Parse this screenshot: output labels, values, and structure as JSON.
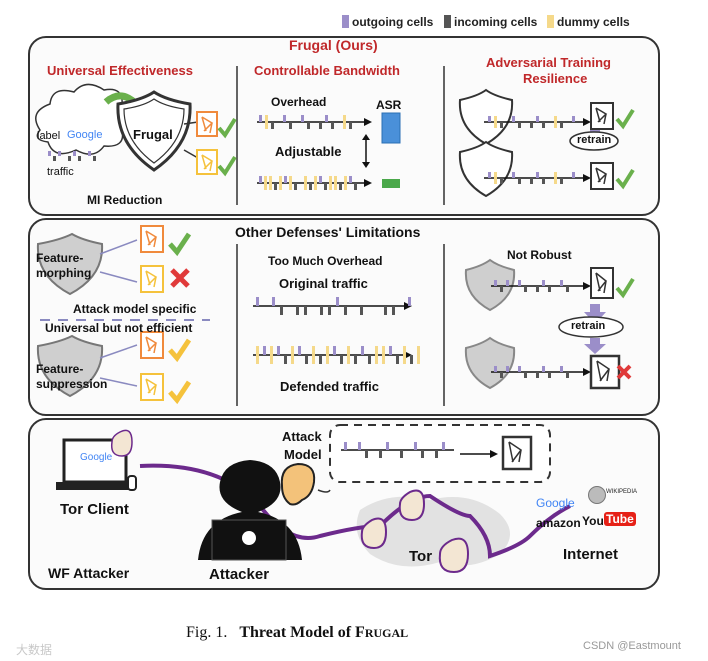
{
  "legend": {
    "outgoing": "outgoing cells",
    "incoming": "incoming cells",
    "dummy": "dummy cells"
  },
  "panel1": {
    "title": "Frugal (Ours)",
    "col1_title": "Universal  Effectiveness",
    "col2_title": "Controllable Bandwidth",
    "col3_title_line1": "Adversarial Training",
    "col3_title_line2": "Resilience",
    "label_word": "label",
    "google_word": "Google",
    "traffic_word": "traffic",
    "shield_label": "Frugal",
    "mi_reduction": "MI Reduction",
    "overhead": "Overhead",
    "asr": "ASR",
    "adjustable": "Adjustable",
    "retrain": "retrain"
  },
  "panel2": {
    "title": "Other Defenses' Limitations",
    "feature_morphing_line1": "Feature-",
    "feature_morphing_line2": "morphing",
    "attack_model_specific": "Attack model specific",
    "universal_not_efficient": "Universal but not efficient",
    "feature_suppression_line1": "Feature-",
    "feature_suppression_line2": "suppression",
    "too_much_overhead": "Too Much Overhead",
    "original_traffic": "Original traffic",
    "defended_traffic": "Defended traffic",
    "not_robust": "Not Robust",
    "retrain": "retrain"
  },
  "panel3": {
    "attack_line1": "Attack",
    "attack_line2": "Model",
    "google_word": "Google",
    "tor_client": "Tor Client",
    "wf_attacker": "WF  Attacker",
    "attacker": "Attacker",
    "tor": "Tor",
    "internet": "Internet",
    "logo_google": "Google",
    "logo_wikipedia": "WIKIPEDIA",
    "logo_amazon": "amazon",
    "logo_you": "You",
    "logo_tube": "Tube"
  },
  "caption": {
    "prefix": "Fig. 1.",
    "text": "Threat Model of ",
    "name_f": "F",
    "name_rest": "RUGAL"
  },
  "watermark_left": "大数据",
  "watermark_right": "CSDN @Eastmount",
  "colors": {
    "outgoing": "#9b8ec9",
    "incoming": "#555555",
    "dummy": "#f5d98a",
    "title_red": "#c0282a",
    "check_green": "#6ab04c",
    "cross_red": "#e03a3a",
    "orange_net": "#f08a3c",
    "yellow_net": "#f5c23c",
    "wire_purple": "#6c2a8c"
  }
}
